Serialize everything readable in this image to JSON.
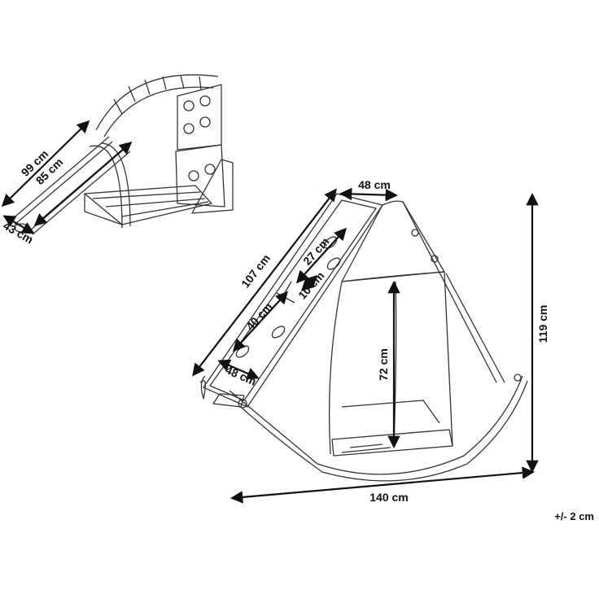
{
  "dimensions": {
    "small_view": {
      "slide_length": "99 cm",
      "slide_inner": "85 cm",
      "slide_width": "43 cm"
    },
    "main_view": {
      "climb_length": "107 cm",
      "top_width": "48 cm",
      "hole_spacing": "27 cm",
      "step": "10 cm",
      "lower_span": "40 cm",
      "bottom_width": "48 cm",
      "inner_height": "72 cm",
      "total_height": "119 cm",
      "total_length": "140 cm"
    }
  },
  "tolerance": "+/- 2 cm",
  "colors": {
    "line": "#333333",
    "arrow": "#111111",
    "background": "#ffffff"
  }
}
